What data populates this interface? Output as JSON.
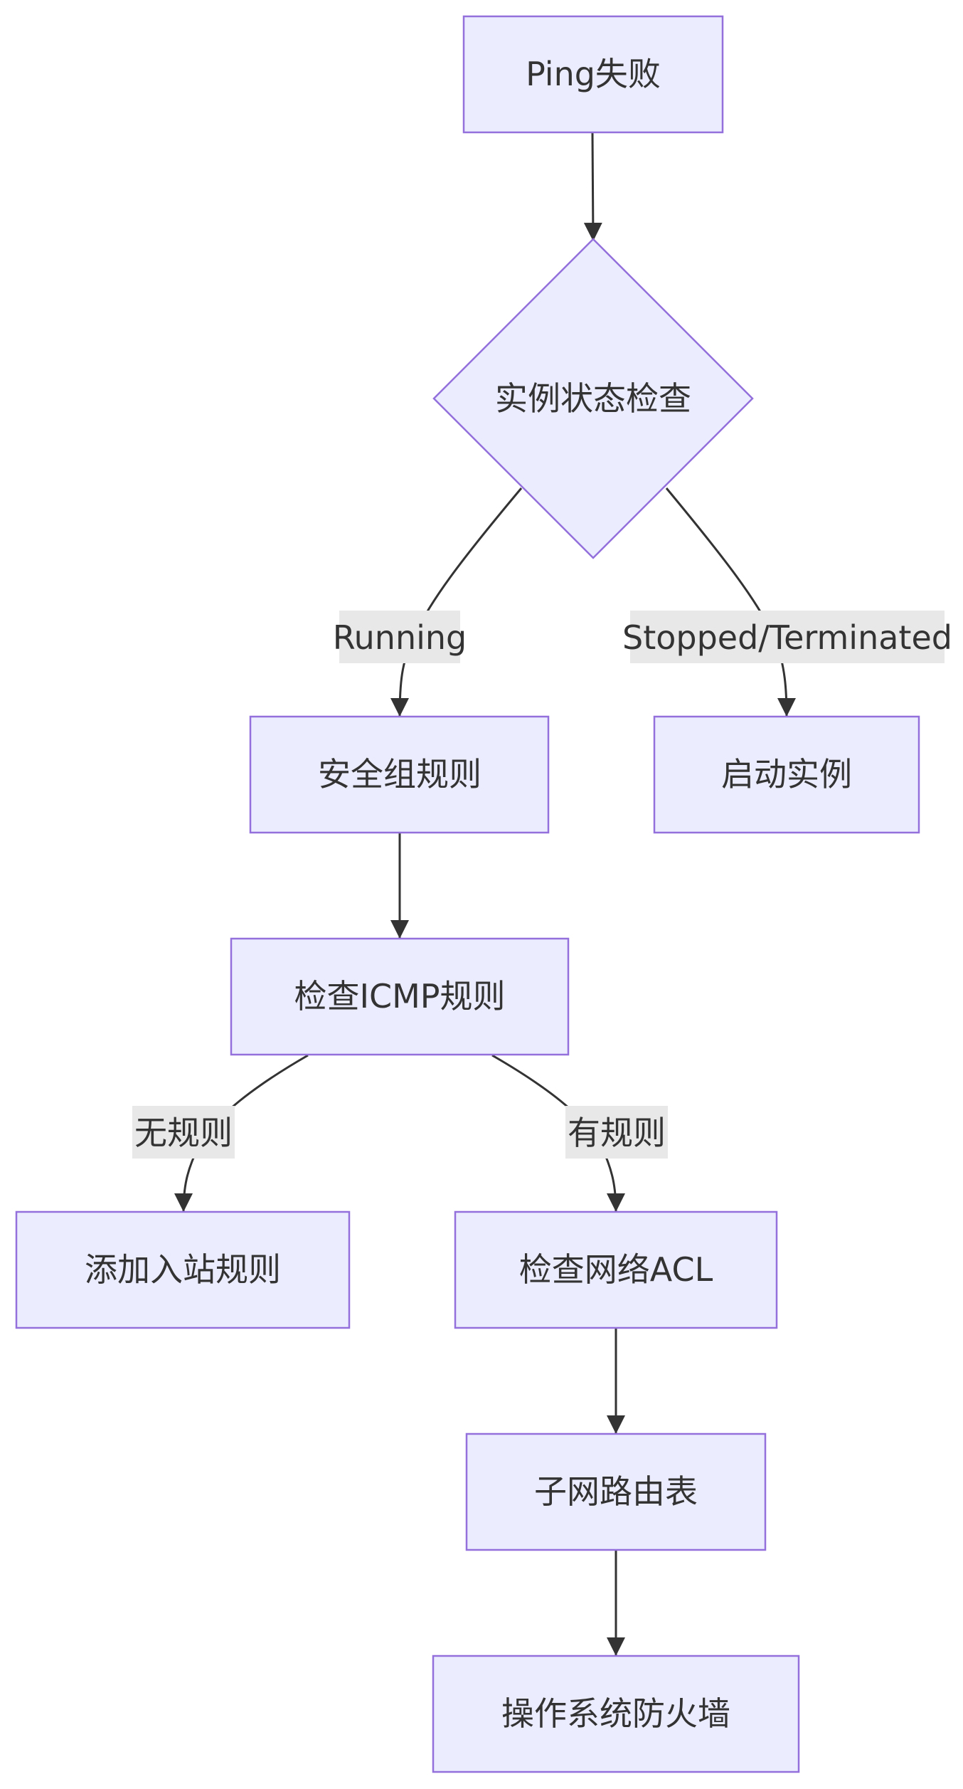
{
  "flowchart": {
    "nodes": {
      "ping_fail": "Ping失败",
      "instance_status_check": "实例状态检查",
      "security_group_rules": "安全组规则",
      "start_instance": "启动实例",
      "check_icmp_rules": "检查ICMP规则",
      "add_inbound_rule": "添加入站规则",
      "check_network_acl": "检查网络ACL",
      "subnet_route_table": "子网路由表",
      "os_firewall": "操作系统防火墙"
    },
    "edges": [
      {
        "from": "ping_fail",
        "to": "instance_status_check",
        "label": ""
      },
      {
        "from": "instance_status_check",
        "to": "security_group_rules",
        "label": "Running"
      },
      {
        "from": "instance_status_check",
        "to": "start_instance",
        "label": "Stopped/Terminated"
      },
      {
        "from": "security_group_rules",
        "to": "check_icmp_rules",
        "label": ""
      },
      {
        "from": "check_icmp_rules",
        "to": "add_inbound_rule",
        "label": "无规则"
      },
      {
        "from": "check_icmp_rules",
        "to": "check_network_acl",
        "label": "有规则"
      },
      {
        "from": "check_network_acl",
        "to": "subnet_route_table",
        "label": ""
      },
      {
        "from": "subnet_route_table",
        "to": "os_firewall",
        "label": ""
      }
    ],
    "edge_labels": {
      "running": "Running",
      "stopped": "Stopped/Terminated",
      "no_rule": "无规则",
      "has_rule": "有规则"
    },
    "colors": {
      "node_fill": "#ececff",
      "node_stroke": "#9370db",
      "edge": "#333333",
      "label_background": "#e8e8e8",
      "text": "#333333"
    }
  }
}
